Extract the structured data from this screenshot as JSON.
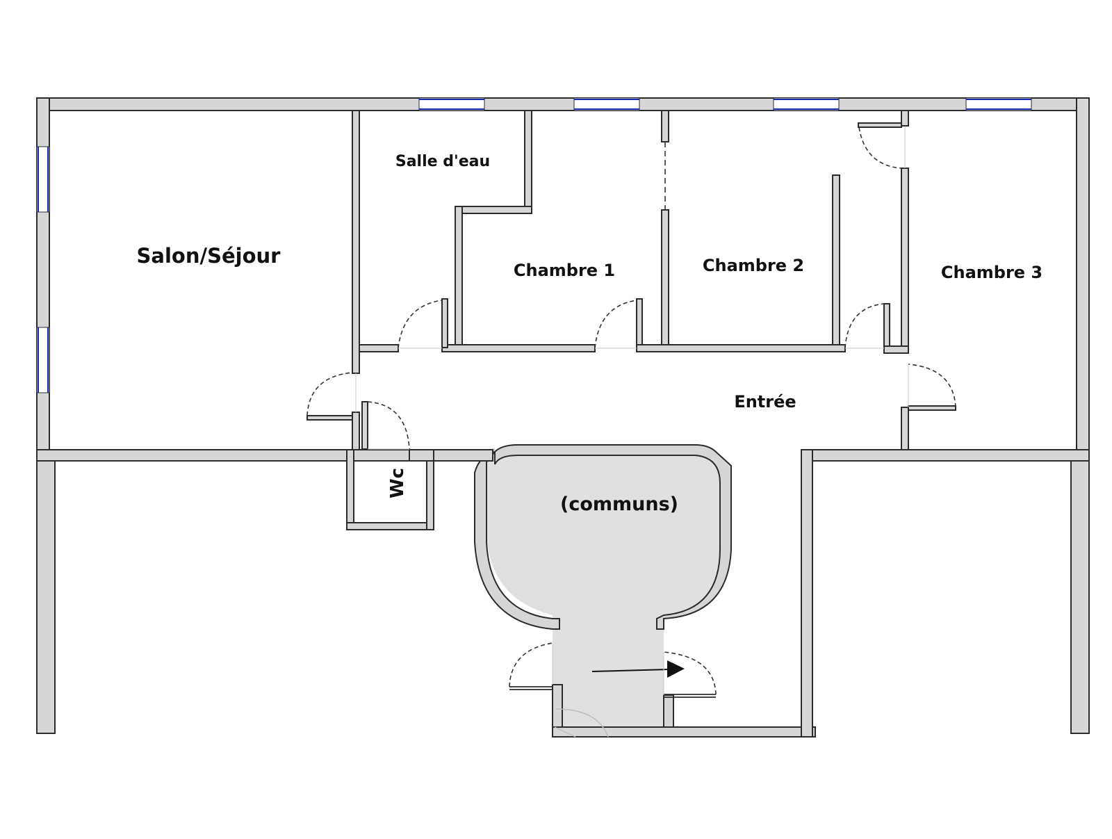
{
  "rooms": {
    "salon": "Salon/Séjour",
    "salle_eau": "Salle d'eau",
    "chambre1": "Chambre 1",
    "chambre2": "Chambre 2",
    "chambre3": "Chambre 3",
    "entree": "Entrée",
    "wc": "Wc",
    "communs": "(communs)"
  },
  "colors": {
    "wall_fill": "#d6d6d6",
    "wall_stroke": "#2b2b2b",
    "window": "#1a2bb5",
    "communs_fill": "#e0e0e0",
    "background": "#ffffff"
  },
  "icons": {
    "direction": "arrow-right-icon"
  }
}
